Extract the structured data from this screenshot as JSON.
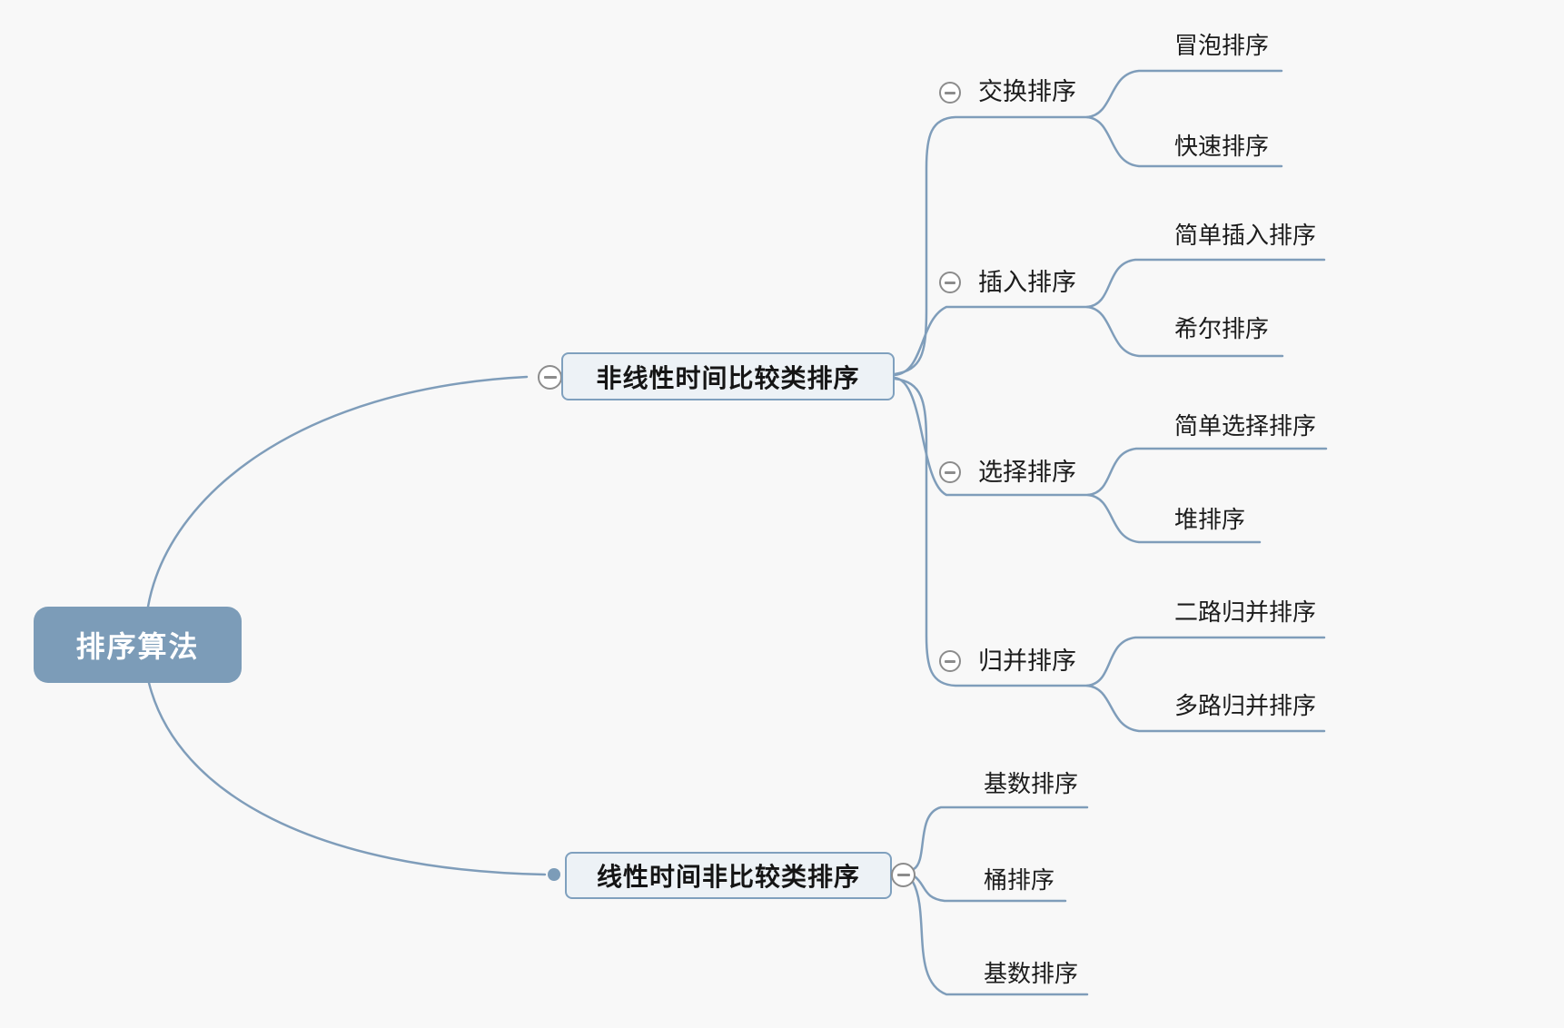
{
  "app": {
    "type": "mindmap",
    "background_color": "#f8f8f8"
  },
  "colors": {
    "line": "#7f9dba",
    "root_fill": "#7c9cb8",
    "root_text": "#ffffff",
    "branch_node_fill": "#edf2f6",
    "branch_node_border": "#7fa0be",
    "topic_text": "#1c1c1c",
    "collapse_icon": "#8c8c8c"
  },
  "root": {
    "label": "排序算法"
  },
  "branches": [
    {
      "label": "非线性时间比较类排序",
      "collapse_icon": "minus-icon",
      "children": [
        {
          "label": "交换排序",
          "collapse_icon": "minus-icon",
          "children": [
            {
              "label": "冒泡排序"
            },
            {
              "label": "快速排序"
            }
          ]
        },
        {
          "label": "插入排序",
          "collapse_icon": "minus-icon",
          "children": [
            {
              "label": "简单插入排序"
            },
            {
              "label": "希尔排序"
            }
          ]
        },
        {
          "label": "选择排序",
          "collapse_icon": "minus-icon",
          "children": [
            {
              "label": "简单选择排序"
            },
            {
              "label": "堆排序"
            }
          ]
        },
        {
          "label": "归并排序",
          "collapse_icon": "minus-icon",
          "children": [
            {
              "label": "二路归并排序"
            },
            {
              "label": "多路归并排序"
            }
          ]
        }
      ]
    },
    {
      "label": "线性时间非比较类排序",
      "collapse_icon": "minus-icon",
      "children": [
        {
          "label": "基数排序"
        },
        {
          "label": "桶排序"
        },
        {
          "label": "基数排序"
        }
      ]
    }
  ]
}
